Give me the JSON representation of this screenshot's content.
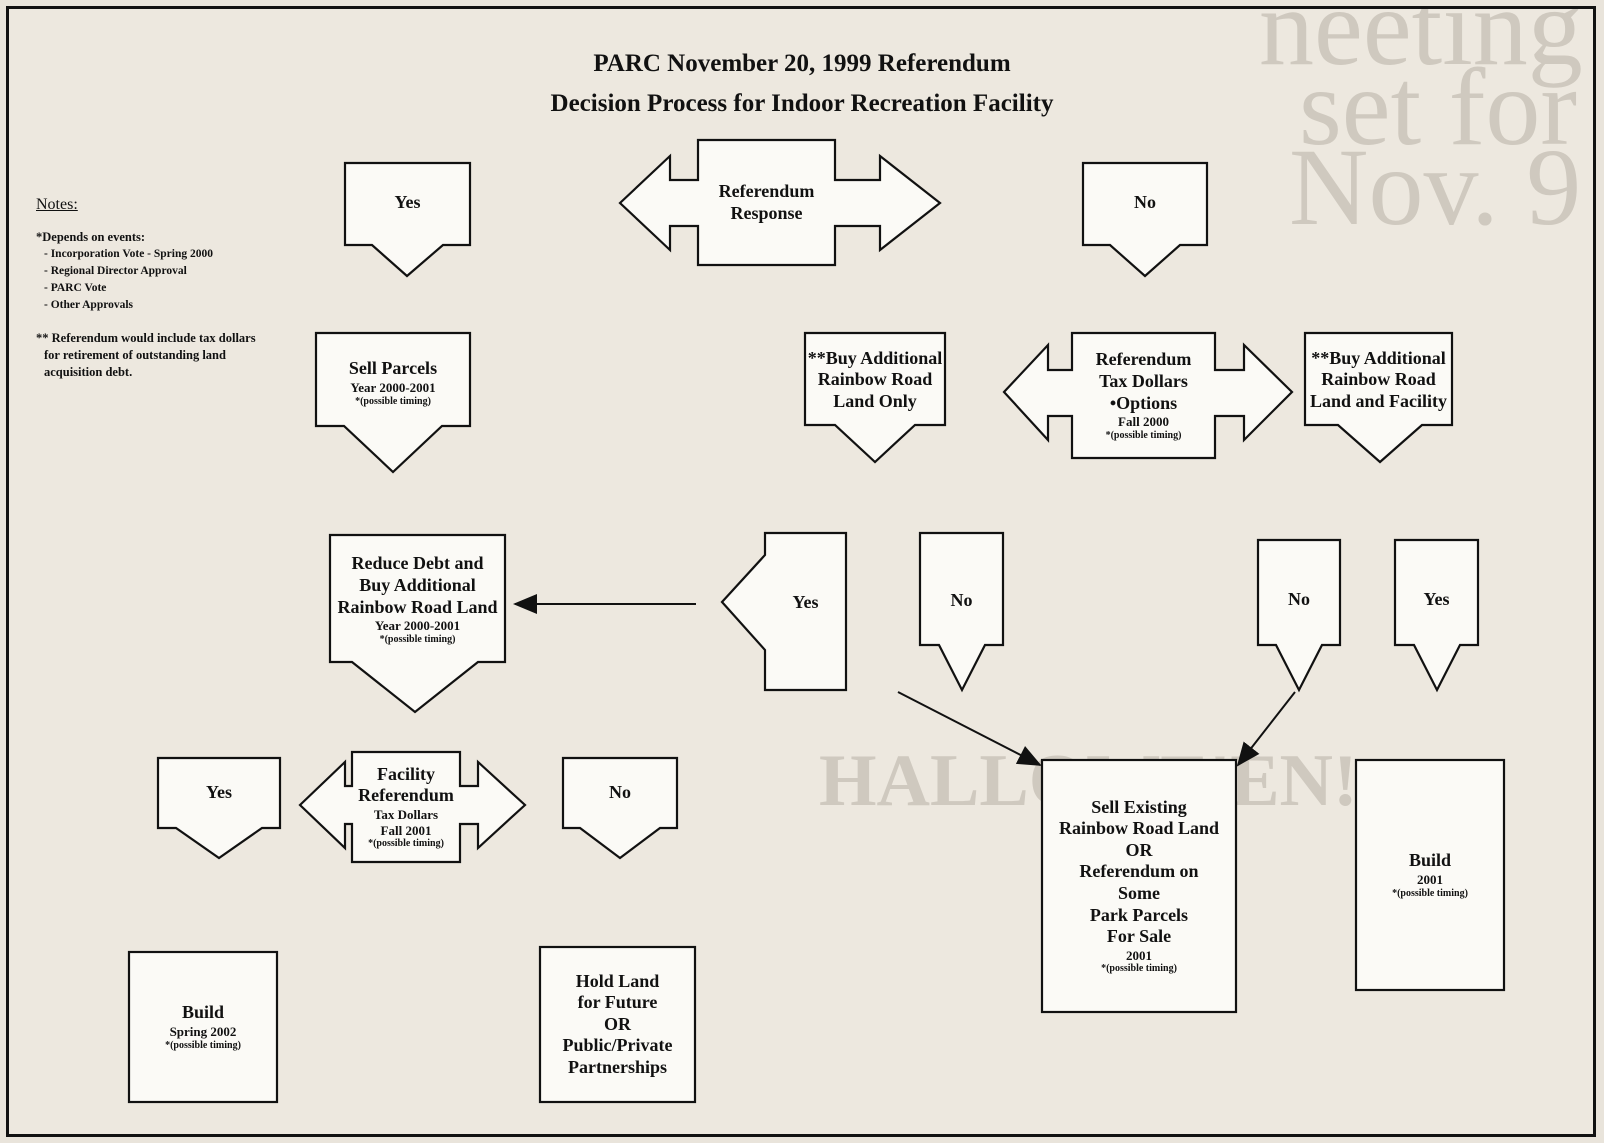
{
  "title": {
    "line1": "PARC  November 20, 1999 Referendum",
    "line2": "Decision Process for Indoor Recreation Facility"
  },
  "notes": {
    "heading": "Notes:",
    "depends": "*Depends on events:",
    "events": [
      "- Incorporation Vote - Spring 2000",
      "- Regional Director Approval",
      "-  PARC Vote",
      "- Other Approvals"
    ],
    "footnote_line1": "** Referendum would include tax dollars",
    "footnote_line2": "for retirement of outstanding land",
    "footnote_line3": "acquisition debt."
  },
  "nodes": {
    "response": {
      "line1": "Referendum",
      "line2": "Response"
    },
    "yes_top": "Yes",
    "no_top": "No",
    "sell_parcels": {
      "line1": "Sell Parcels",
      "line2": "Year 2000-2001",
      "line3": "*(possible timing)"
    },
    "buy_land_only": {
      "line1": "**Buy Additional",
      "line2": "Rainbow Road",
      "line3": "Land Only"
    },
    "tax_options": {
      "line1": "Referendum",
      "line2": "Tax Dollars",
      "line3": "•Options",
      "line4": "Fall 2000",
      "line5": "*(possible timing)"
    },
    "buy_land_facility": {
      "line1": "**Buy Additional",
      "line2": "Rainbow Road",
      "line3": "Land and Facility"
    },
    "reduce_debt": {
      "line1": "Reduce Debt and",
      "line2": "Buy Additional",
      "line3": "Rainbow Road Land",
      "line4": "Year 2000-2001",
      "line5": "*(possible timing)"
    },
    "yes_mid": "Yes",
    "no_mid": "No",
    "no_right": "No",
    "yes_right": "Yes",
    "yes_left": "Yes",
    "facility_ref": {
      "line1": "Facility",
      "line2": "Referendum",
      "line3": "Tax Dollars",
      "line4": "Fall 2001",
      "line5": "*(possible timing)"
    },
    "no_bottom": "No",
    "sell_existing": {
      "line1": "Sell Existing",
      "line2": "Rainbow Road Land",
      "line3": "OR",
      "line4": "Referendum on",
      "line5": "Some",
      "line6": "Park Parcels",
      "line7": "For Sale",
      "line8": "2001",
      "line9": "*(possible timing)"
    },
    "build_2001": {
      "line1": "Build",
      "line2": "2001",
      "line3": "*(possible timing)"
    },
    "build_2002": {
      "line1": "Build",
      "line2": "Spring 2002",
      "line3": "*(possible timing)"
    },
    "hold_land": {
      "line1": "Hold Land",
      "line2": "for Future",
      "line3": "OR",
      "line4": "Public/Private",
      "line5": "Partnerships"
    }
  },
  "background_bleed": {
    "headline1": "neeting",
    "headline2": "set for",
    "headline3": "Nov. 9",
    "headline4": "HALLOWE'EN!"
  }
}
